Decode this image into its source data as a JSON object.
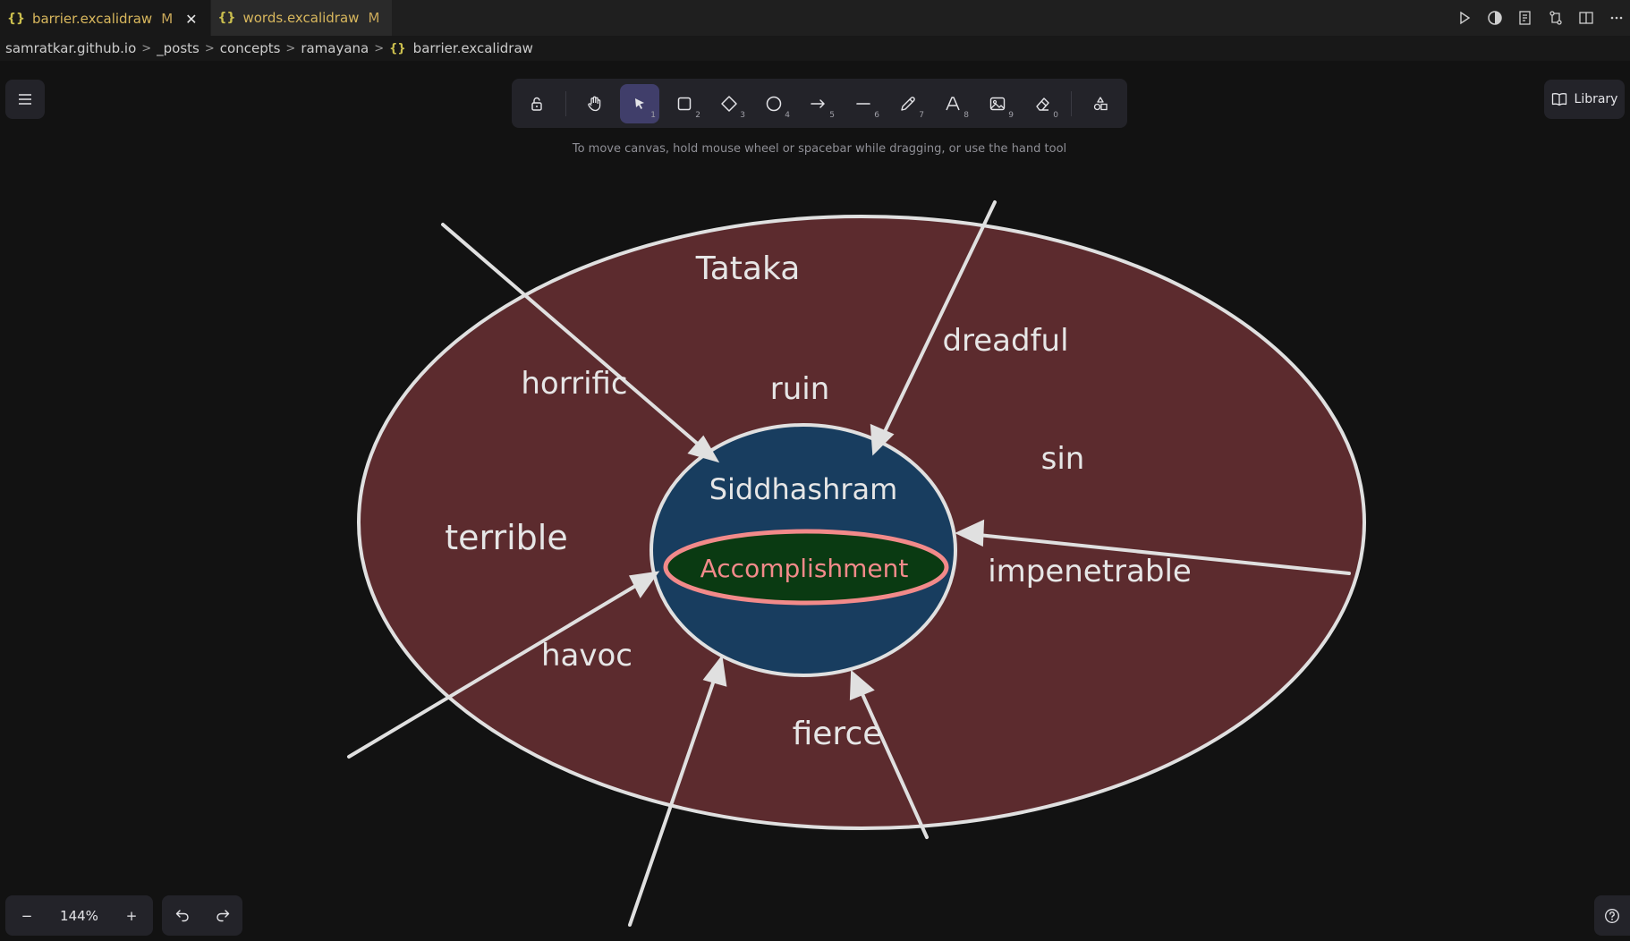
{
  "tabs": [
    {
      "icon": "{}",
      "label": "barrier.excalidraw",
      "modified": "M",
      "close": "✕"
    },
    {
      "icon": "{}",
      "label": "words.excalidraw",
      "modified": "M"
    }
  ],
  "breadcrumb": {
    "items": [
      "samratkar.github.io",
      "_posts",
      "concepts",
      "ramayana"
    ],
    "file_icon": "{}",
    "file": "barrier.excalidraw"
  },
  "toolbar": {
    "tools": [
      {
        "name": "lock",
        "key": ""
      },
      {
        "name": "hand",
        "key": ""
      },
      {
        "name": "selection",
        "key": "1"
      },
      {
        "name": "rectangle",
        "key": "2"
      },
      {
        "name": "diamond",
        "key": "3"
      },
      {
        "name": "ellipse",
        "key": "4"
      },
      {
        "name": "arrow",
        "key": "5"
      },
      {
        "name": "line",
        "key": "6"
      },
      {
        "name": "draw",
        "key": "7"
      },
      {
        "name": "text",
        "key": "8"
      },
      {
        "name": "image",
        "key": "9"
      },
      {
        "name": "eraser",
        "key": "0"
      },
      {
        "name": "extra-tools",
        "key": ""
      }
    ],
    "hint": "To move canvas, hold mouse wheel or spacebar while dragging, or use the hand tool"
  },
  "library_label": "Library",
  "zoom": {
    "minus": "−",
    "value": "144%",
    "plus": "+"
  },
  "drawing": {
    "outer_fill": "#5c2b2e",
    "inner_fill": "#183d5f",
    "core_fill": "#0a3a12",
    "core_stroke": "#f28a8a",
    "stroke": "#e0e0e0",
    "words": {
      "tataka": "Tataka",
      "dreadful": "dreadful",
      "horrific": "horrific",
      "ruin": "ruin",
      "sin": "sin",
      "terrible": "terrible",
      "impenetrable": "impenetrable",
      "havoc": "havoc",
      "fierce": "fierce"
    },
    "center": "Siddhashram",
    "core": "Accomplishment"
  }
}
